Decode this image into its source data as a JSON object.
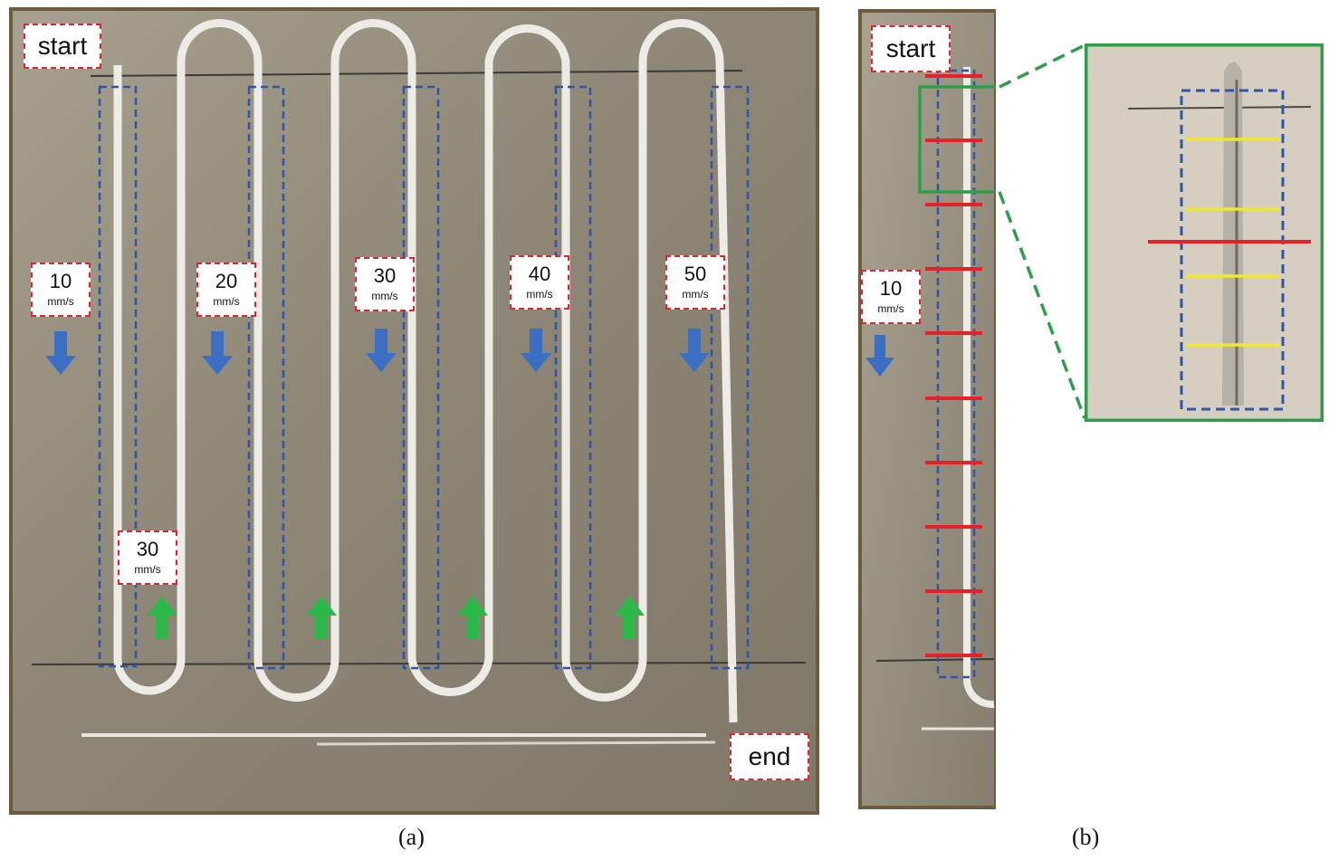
{
  "panel_a": {
    "start_label": "start",
    "end_label": "end",
    "speed_labels": [
      {
        "value": "10",
        "unit": "mm/s"
      },
      {
        "value": "20",
        "unit": "mm/s"
      },
      {
        "value": "30",
        "unit": "mm/s"
      },
      {
        "value": "40",
        "unit": "mm/s"
      },
      {
        "value": "50",
        "unit": "mm/s"
      }
    ],
    "return_speed": {
      "value": "30",
      "unit": "mm/s"
    },
    "caption": "(a)"
  },
  "panel_b": {
    "start_label": "start",
    "speed_label": {
      "value": "10",
      "unit": "mm/s"
    },
    "caption": "(b)"
  },
  "colors": {
    "label_border": "#e0262b",
    "dashed_box": "#2a57a8",
    "down_arrow": "#3a6fc4",
    "up_arrow": "#2fb84a",
    "measure_red": "#e8202a",
    "measure_yellow": "#f2e82a",
    "zoom_frame": "#2e9e4a"
  }
}
